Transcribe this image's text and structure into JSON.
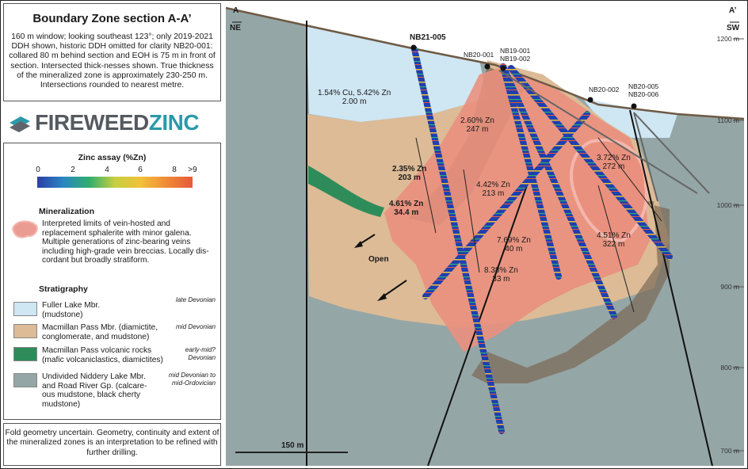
{
  "title": "Boundary Zone section A-A’",
  "description": "160 m window; looking southeast 123°; only 2019-2021 DDH shown, historic DDH omitted for clarity NB20-001: collared 80 m behind section and EOH is 75 m in front of section. Intersected thick-nesses shown. True thickness of the mineralized zone is approximately 230-250 m. Intersections rounded to nearest metre.",
  "logo": {
    "part1": "FIREWEED",
    "part2": "ZINC"
  },
  "legend": {
    "assay_title": "Zinc assay (%Zn)",
    "ticks": [
      "0",
      "2",
      "4",
      "6",
      "8",
      ">9"
    ],
    "mineralization_title": "Mineralization",
    "mineralization_text": "Interpreted limits of vein-hosted and replacement sphalerite with minor galena. Multiple generations of zinc-bearing veins including high-grade vein breccias. Locally dis-cordant but broadly stratiform.",
    "stratigraphy_title": "Stratigraphy",
    "units": [
      {
        "name": "Fuller Lake Mbr.\n(mudstone)",
        "age": "late Devonian",
        "color": "#cfe6f3"
      },
      {
        "name": "Macmillan Pass Mbr. (diamictite,\nconglomerate, and mudstone)",
        "age": "mid Devonian",
        "color": "#dcbb96"
      },
      {
        "name": "Macmillan Pass volcanic rocks\n(mafic volcaniclastics, diamictites)",
        "age": "early-mid?\nDevonian",
        "color": "#2e8c5a"
      },
      {
        "name": "Undivided Niddery Lake Mbr.\nand Road River Gp. (calcare-\nous mudstone, black cherty\nmudstone)",
        "age": "mid Devonian to\nmid-Ordovician",
        "color": "#95a6a6"
      }
    ]
  },
  "footer": "Fold geometry uncertain. Geometry, continuity and extent of the mineralized zones is an interpretation to be refined with further drilling.",
  "section": {
    "a_label": "A",
    "a_dir": "NE",
    "a2_label": "A’",
    "a2_dir": "SW",
    "scale": "150 m",
    "open_label": "Open",
    "elevations": [
      "1200 m",
      "1100 m",
      "1000 m",
      "900 m",
      "800 m",
      "700 m"
    ]
  },
  "drillholes": [
    {
      "name": "NB21-005"
    },
    {
      "name": "NB20-001"
    },
    {
      "name": "NB19-001\nNB19-002"
    },
    {
      "name": "NB20-002"
    },
    {
      "name": "NB20-005\nNB20-006"
    }
  ],
  "intersections": [
    {
      "text": "1.54% Cu, 5.42% Zn\n2.00 m"
    },
    {
      "text": "2.60% Zn\n247 m"
    },
    {
      "text": "2.35% Zn\n203 m"
    },
    {
      "text": "4.61% Zn\n34.4 m"
    },
    {
      "text": "4.42% Zn\n213 m"
    },
    {
      "text": "3.72% Zn\n272 m"
    },
    {
      "text": "7.69% Zn\n40 m"
    },
    {
      "text": "4.51% Zn\n322 m"
    },
    {
      "text": "8.38% Zn\n33 m"
    }
  ],
  "colors": {
    "fuller": "#cfe6f3",
    "macmillan": "#dcbb96",
    "volcanic": "#2e8c5a",
    "niddery": "#95a6a6",
    "mineralization": "#e9907e",
    "drill": "#1f3fb0"
  }
}
